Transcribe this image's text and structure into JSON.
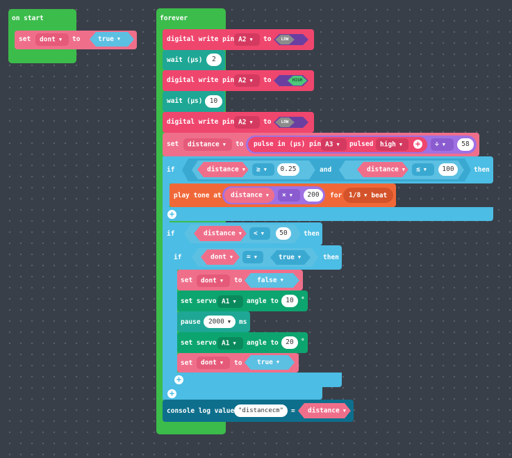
{
  "on_start": {
    "hat": "on start",
    "set_kw": "set",
    "set_var": "dont",
    "to_kw": "to",
    "set_value": "true"
  },
  "forever": {
    "hat": "forever",
    "dw1": {
      "label": "digital write pin",
      "pin": "A2",
      "to_kw": "to",
      "level": "LOW"
    },
    "wait1": {
      "label": "wait (µs)",
      "value": "2"
    },
    "dw2": {
      "label": "digital write pin",
      "pin": "A2",
      "to_kw": "to",
      "level": "HIGH"
    },
    "wait2": {
      "label": "wait (µs)",
      "value": "10"
    },
    "dw3": {
      "label": "digital write pin",
      "pin": "A2",
      "to_kw": "to",
      "level": "LOW"
    },
    "set_distance": {
      "set_kw": "set",
      "var": "distance",
      "to_kw": "to",
      "pulse_label": "pulse in (µs) pin",
      "pin": "A3",
      "pulsed_kw": "pulsed",
      "pulse_level": "high",
      "op": "÷",
      "divisor": "58"
    },
    "if1": {
      "if_kw": "if",
      "left_var": "distance",
      "cmp1": "≥",
      "val1": "0.25",
      "and_kw": "and",
      "right_var": "distance",
      "cmp2": "≤",
      "val2": "100",
      "then_kw": "then",
      "play": {
        "label": "play tone at",
        "var": "distance",
        "op": "×",
        "mult": "200",
        "for_kw": "for",
        "beat_value": "1/8",
        "beat_kw": "beat"
      }
    },
    "if2": {
      "if_kw": "if",
      "var": "distance",
      "cmp": "<",
      "val": "50",
      "then_kw": "then",
      "inner_if": {
        "if_kw": "if",
        "var": "dont",
        "cmp": "=",
        "val": "true",
        "then_kw": "then",
        "set1": {
          "set_kw": "set",
          "var": "dont",
          "to_kw": "to",
          "value": "false"
        },
        "servo1": {
          "label": "set servo",
          "pin": "A1",
          "angle_kw": "angle to",
          "value": "10",
          "unit": "°"
        },
        "pause": {
          "label": "pause",
          "value": "2000",
          "unit": "ms"
        },
        "servo2": {
          "label": "set servo",
          "pin": "A1",
          "angle_kw": "angle to",
          "value": "20",
          "unit": "°"
        },
        "set2": {
          "set_kw": "set",
          "var": "dont",
          "to_kw": "to",
          "value": "true"
        }
      }
    },
    "console": {
      "label": "console log value",
      "text": "\"distancecm\"",
      "eq": "=",
      "var": "distance"
    }
  },
  "colors": {
    "background": "#393f49",
    "event_green": "#3cbc4b",
    "pins_pink": "#ef466e",
    "variables_red": "#ef6f8b",
    "control_teal": "#1ea795",
    "logic_blue": "#4cbde4",
    "music_orange": "#f16838",
    "math_purple": "#9f71e3",
    "servo_green": "#0da56f",
    "console_teal": "#0e6f8d"
  }
}
